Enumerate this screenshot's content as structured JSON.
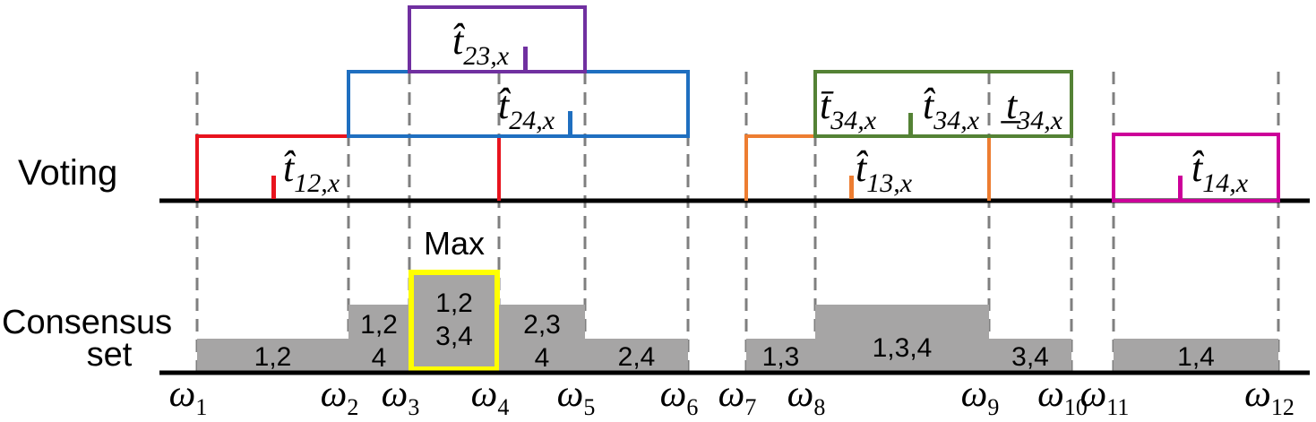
{
  "labels": {
    "voting": "Voting",
    "consensus_line1": "Consensus",
    "consensus_line2": "set",
    "max": "Max"
  },
  "omegas": [
    {
      "sym": "ω",
      "sub": "1"
    },
    {
      "sym": "ω",
      "sub": "2"
    },
    {
      "sym": "ω",
      "sub": "3"
    },
    {
      "sym": "ω",
      "sub": "4"
    },
    {
      "sym": "ω",
      "sub": "5"
    },
    {
      "sym": "ω",
      "sub": "6"
    },
    {
      "sym": "ω",
      "sub": "7"
    },
    {
      "sym": "ω",
      "sub": "8"
    },
    {
      "sym": "ω",
      "sub": "9"
    },
    {
      "sym": "ω",
      "sub": "10"
    },
    {
      "sym": "ω",
      "sub": "11"
    },
    {
      "sym": "ω",
      "sub": "12"
    }
  ],
  "intervals": [
    {
      "id": "12",
      "color": "#e8141e",
      "label": "t̂",
      "sub": "12,x",
      "from": 1,
      "to": 4
    },
    {
      "id": "24",
      "color": "#1f6fc0",
      "label": "t̂",
      "sub": "24,x",
      "from": 2,
      "to": 6
    },
    {
      "id": "23",
      "color": "#7030a0",
      "label": "t̂",
      "sub": "23,x",
      "from": 3,
      "to": 5
    },
    {
      "id": "13",
      "color": "#ed7d31",
      "label": "t̂",
      "sub": "13,x",
      "from": 7,
      "to": 9
    },
    {
      "id": "34",
      "color": "#548235",
      "from": 8,
      "to": 10,
      "labels": [
        {
          "text": "t̄",
          "sub": "34,x"
        },
        {
          "text": "t̂",
          "sub": "34,x"
        },
        {
          "text": "t̲",
          "sub": "34,x"
        }
      ]
    },
    {
      "id": "14",
      "color": "#cc0099",
      "label": "t̂",
      "sub": "14,x",
      "from": 11,
      "to": 12
    }
  ],
  "consensus": [
    {
      "line1": "1,2",
      "line2": "",
      "count": 2
    },
    {
      "line1": "1,2",
      "line2": "4",
      "count": 3
    },
    {
      "line1": "1,2",
      "line2": "3,4",
      "count": 4,
      "max": true
    },
    {
      "line1": "2,3",
      "line2": "4",
      "count": 3
    },
    {
      "line1": "2,4",
      "line2": "",
      "count": 2
    },
    {
      "line1": "1,3",
      "line2": "",
      "count": 2
    },
    {
      "line1": "1,3,4",
      "line2": "",
      "count": 3
    },
    {
      "line1": "3,4",
      "line2": "",
      "count": 2
    },
    {
      "line1": "1,4",
      "line2": "",
      "count": 2
    }
  ],
  "colors": {
    "bar_fill": "#a6a5a5",
    "max_border": "#ffff00",
    "axis": "#000000",
    "guide": "#7f7f7f"
  }
}
